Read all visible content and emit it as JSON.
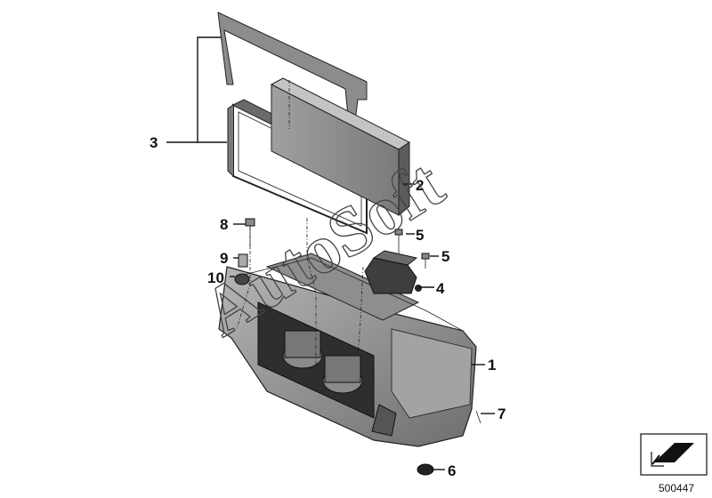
{
  "callouts": {
    "c1": "1",
    "c2": "2",
    "c3": "3",
    "c4": "4",
    "c5a": "5",
    "c5b": "5",
    "c6": "6",
    "c7": "7",
    "c8": "8",
    "c9": "9",
    "c10": "10"
  },
  "watermark": "AutoSoft",
  "diagram_number": "500447",
  "colors": {
    "part_fill": "#9a9a9a",
    "part_dark": "#555555",
    "line": "#111111"
  }
}
